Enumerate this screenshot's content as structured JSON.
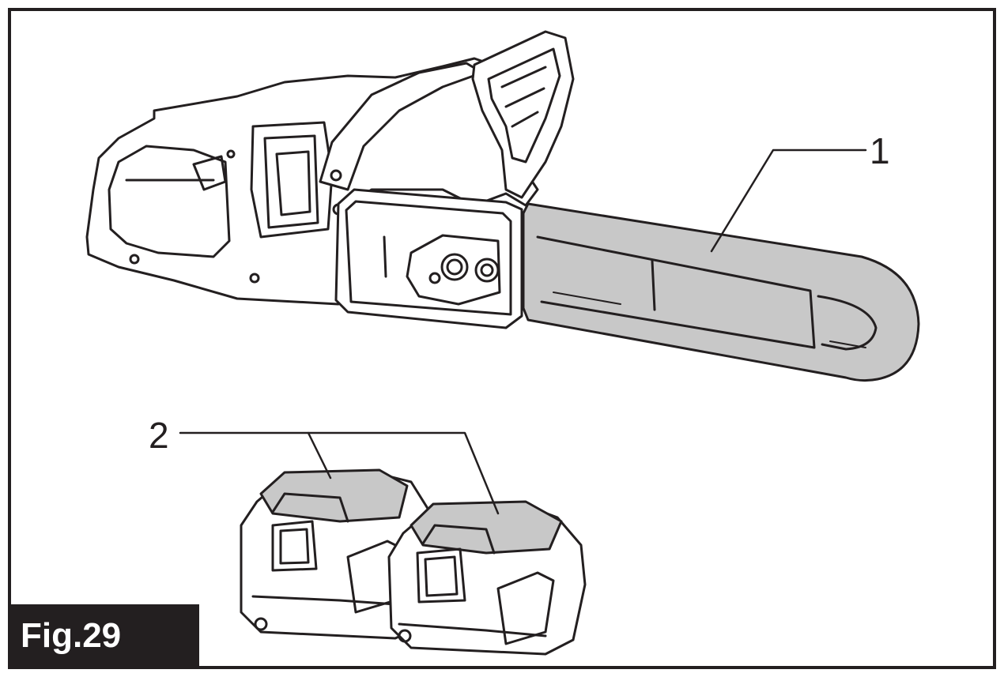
{
  "figure": {
    "label": "Fig.29",
    "callouts": {
      "one": "1",
      "two": "2"
    }
  },
  "colors": {
    "ink": "#231f20",
    "shade": "#c8c8c8",
    "paper": "#ffffff"
  }
}
